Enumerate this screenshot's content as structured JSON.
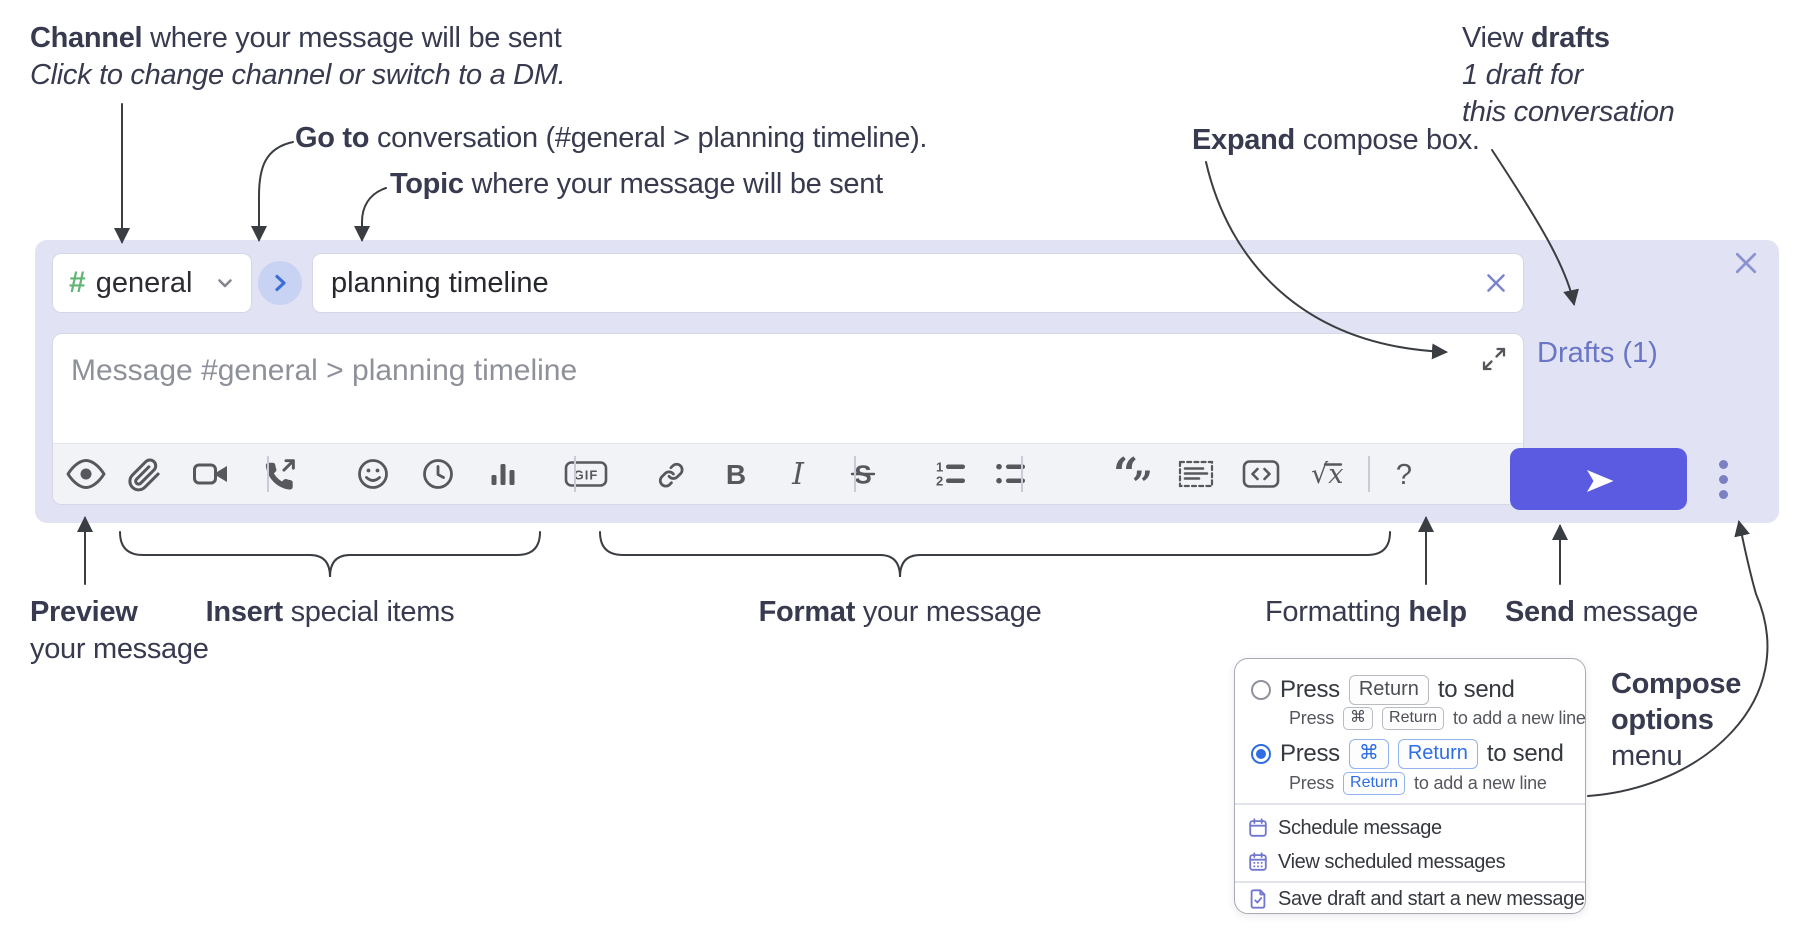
{
  "annotations": {
    "channel": {
      "bold": "Channel",
      "rest": " where your message will be sent",
      "line2": "Click to change channel or switch to a DM."
    },
    "goto": {
      "bold": "Go to",
      "rest": " conversation (#general > planning timeline)."
    },
    "topic": {
      "bold": "Topic",
      "rest": " where your message will be sent"
    },
    "expand": {
      "bold": "Expand",
      "rest": " compose box."
    },
    "drafts": {
      "pre": "View ",
      "bold": "drafts",
      "line2": "1 draft for",
      "line3": "this conversation"
    },
    "preview": {
      "bold": "Preview",
      "line2": "your message"
    },
    "insert": {
      "bold": "Insert",
      "rest": " special items"
    },
    "format": {
      "bold": "Format",
      "rest": " your message"
    },
    "help": {
      "pre": "Formatting ",
      "bold": "help"
    },
    "send": {
      "bold": "Send",
      "rest": " message"
    },
    "compose_options": {
      "line1": "Compose",
      "line2": "options",
      "line3": "menu"
    }
  },
  "compose": {
    "channel_selector": {
      "hash": "#",
      "label": "general"
    },
    "topic_input": {
      "value": "planning timeline"
    },
    "message_input": {
      "placeholder": "Message #general > planning timeline"
    },
    "drafts_link": "Drafts (1)",
    "toolbar_labels": {
      "gif": "GIF",
      "bold": "B",
      "italic": "I",
      "strike": "S",
      "math": "√x",
      "help": "?"
    },
    "toolbar_icons": [
      "preview-eye",
      "attach-paperclip",
      "video-call-camera",
      "voice-call-phone",
      "emoji-smiley",
      "time-clock",
      "poll-bar-chart",
      "gif",
      "link",
      "bold",
      "italic",
      "strikethrough",
      "numbered-list",
      "bulleted-list",
      "quote",
      "spoiler",
      "code",
      "math-latex",
      "help-question"
    ]
  },
  "menu": {
    "opt1": {
      "pre": "Press",
      "key": "Return",
      "post": "to send",
      "sub_pre": "Press",
      "sub_key1": "⌘",
      "sub_key2": "Return",
      "sub_post": "to add a new line"
    },
    "opt2": {
      "pre": "Press",
      "key1": "⌘",
      "key2": "Return",
      "post": "to send",
      "sub_pre": "Press",
      "sub_key": "Return",
      "sub_post": "to add a new line"
    },
    "items": {
      "schedule": "Schedule message",
      "view_scheduled": "View scheduled messages",
      "save_draft": "Save draft and start a new message"
    }
  },
  "colors": {
    "compose_bg": "#e1e3f4",
    "accent_purple": "#6b75c3",
    "send_button": "#5a5be0",
    "channel_green": "#62b573",
    "goto_blue": "#3c6fd7",
    "kbd_blue": "#2e6de3",
    "icon_gray": "#57585e"
  }
}
